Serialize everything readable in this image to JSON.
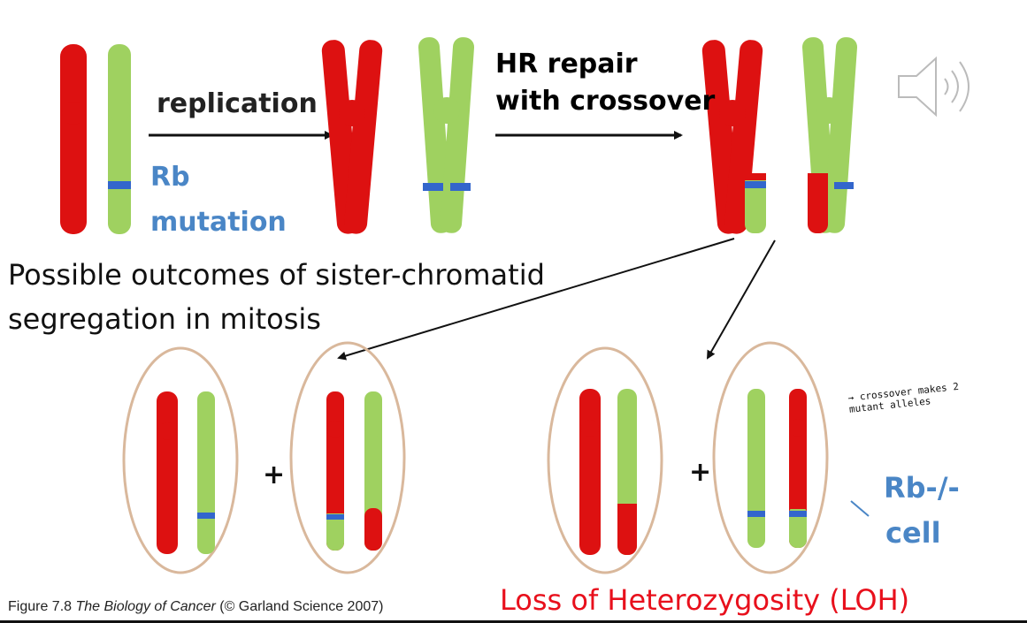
{
  "labels": {
    "replication": "replication",
    "hr_repair_line1": "HR repair",
    "hr_repair_line2": "with crossover",
    "rb_line1": "Rb",
    "rb_line2": "mutation",
    "outcomes_line1": "Possible outcomes of sister-chromatid",
    "outcomes_line2": "segregation in mitosis",
    "rb_cell_line1": "Rb-/-",
    "rb_cell_line2": "cell",
    "handwritten_note": "→ crossover makes 2 mutant alleles",
    "loh": "Loss of Heterozygosity (LOH)",
    "plus": "+"
  },
  "caption": {
    "prefix": "Figure 7.8 ",
    "title": "The Biology of Cancer",
    "suffix": " (© Garland Science 2007)"
  },
  "colors": {
    "red_chromosome": "#dd1111",
    "green_chromosome": "#9fd160",
    "mutation_band": "#3366cc",
    "cell_outline": "#d9b89c",
    "blue_text": "#4a86c6",
    "red_text": "#e8101c",
    "speaker": "#bbbbbb"
  },
  "icons": {
    "speaker": "speaker-icon"
  }
}
